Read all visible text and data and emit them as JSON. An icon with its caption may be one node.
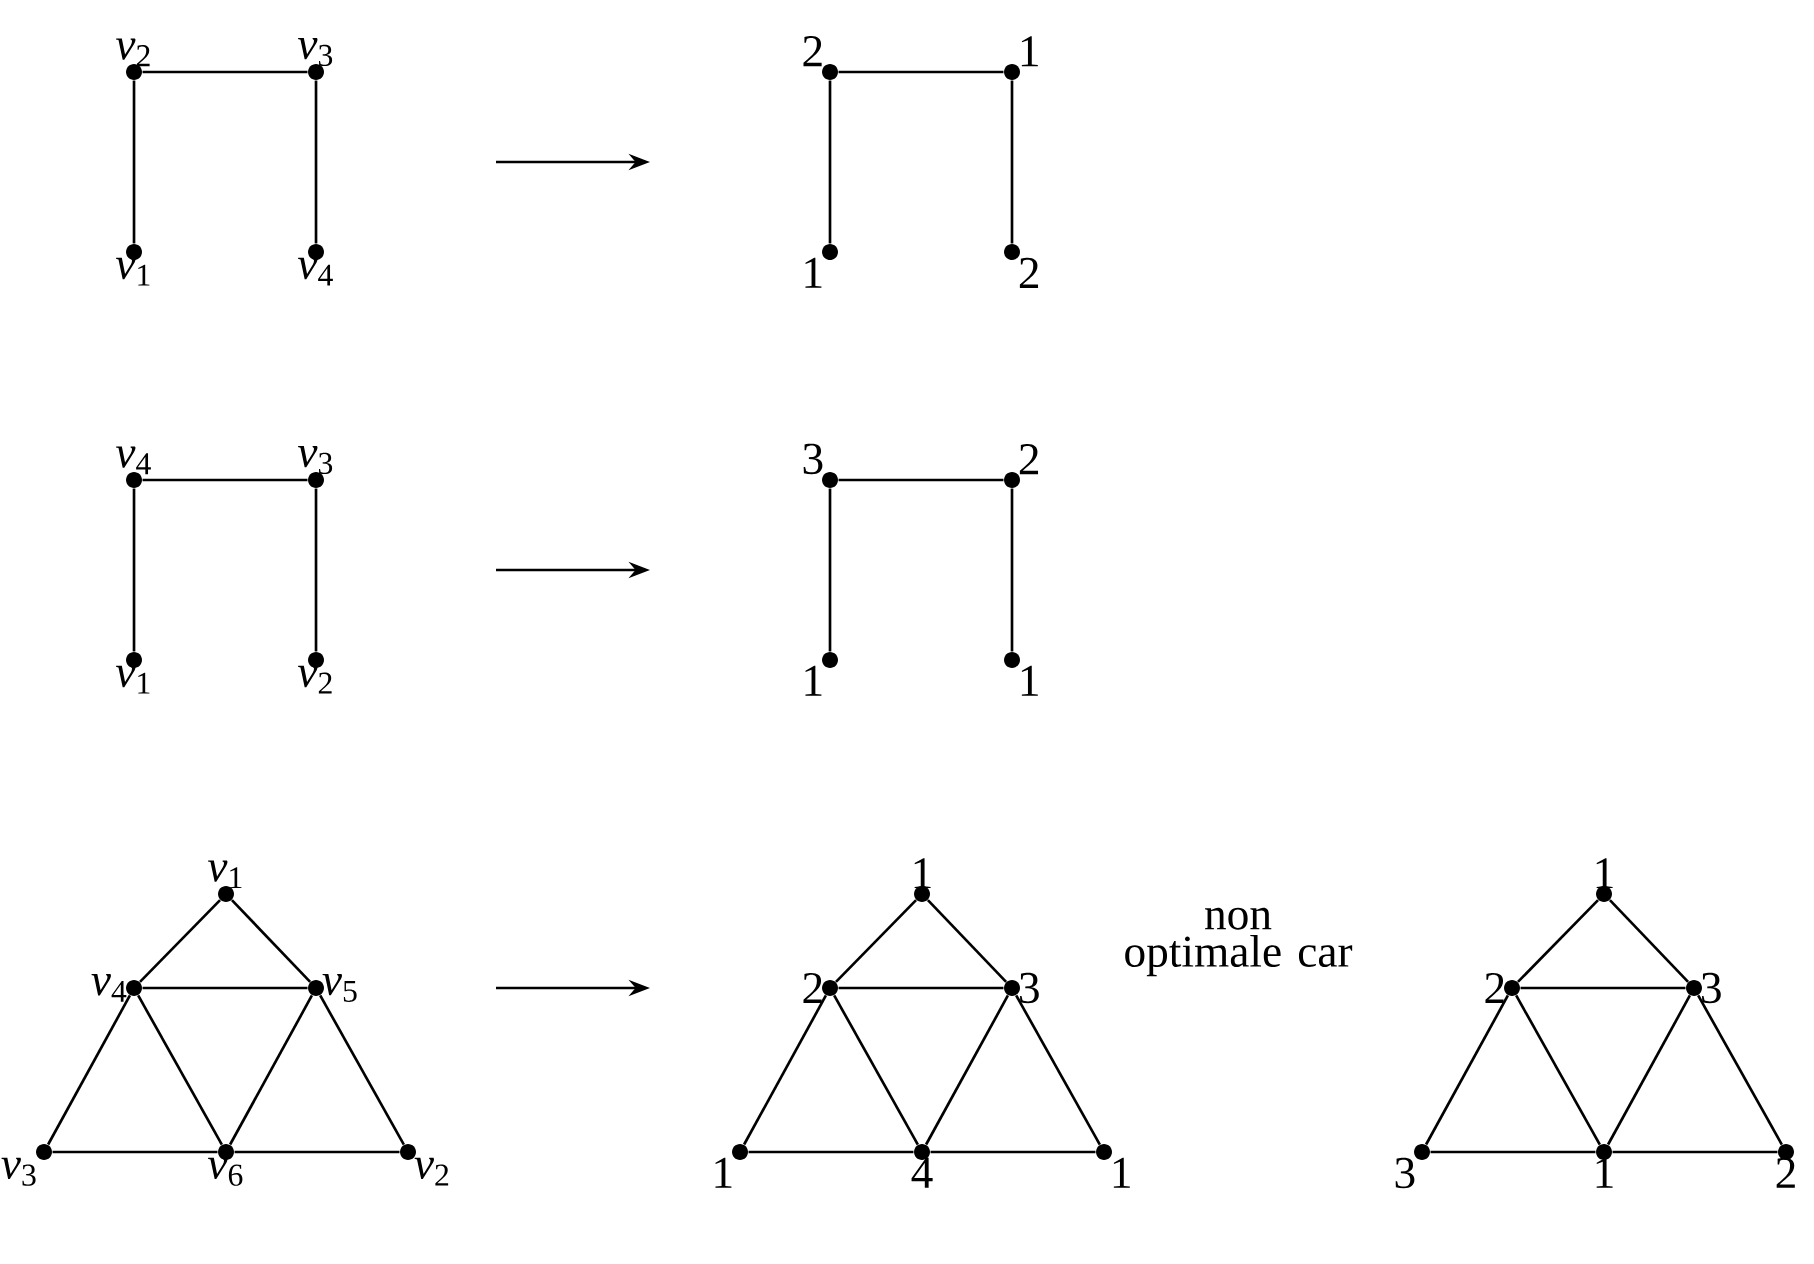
{
  "diagram": {
    "nodes": [
      {
        "text": [],
        "shape": "circle",
        "beside": [
          "*v*$_{2}$"
        ]
      },
      {
        "text": [],
        "shape": "circle",
        "beside": [
          "*v*$_{3}$"
        ]
      },
      {
        "text": [],
        "shape": "circle",
        "beside": [
          "*v*$_{1}$"
        ]
      },
      {
        "text": [],
        "shape": "circle",
        "beside": [
          "*v*$_{4}$"
        ]
      },
      {
        "text": [],
        "shape": "circle",
        "beside": [
          "2"
        ]
      },
      {
        "text": [],
        "shape": "circle",
        "beside": [
          "1"
        ]
      },
      {
        "text": [],
        "shape": "circle",
        "beside": [
          "1"
        ]
      },
      {
        "text": [],
        "shape": "circle",
        "beside": [
          "2"
        ]
      },
      {
        "text": [],
        "shape": "circle",
        "beside": [
          "*v*$_{4}$"
        ]
      },
      {
        "text": [],
        "shape": "circle",
        "beside": [
          "*v*$_{3}$"
        ]
      },
      {
        "text": [],
        "shape": "circle",
        "beside": [
          "*v*$_{1}$"
        ]
      },
      {
        "text": [],
        "shape": "circle",
        "beside": [
          "*v*$_{2}$"
        ]
      },
      {
        "text": [],
        "shape": "circle",
        "beside": [
          "3"
        ]
      },
      {
        "text": [],
        "shape": "circle",
        "beside": [
          "2"
        ]
      },
      {
        "text": [],
        "shape": "circle",
        "beside": [
          "1"
        ]
      },
      {
        "text": [],
        "shape": "circle",
        "beside": [
          "1"
        ]
      },
      {
        "text": [],
        "shape": "circle",
        "beside": [
          "*v*$_{1}$"
        ]
      },
      {
        "text": [],
        "shape": "circle",
        "beside": [
          "*v*$_{4}$"
        ]
      },
      {
        "text": [],
        "shape": "circle",
        "beside": [
          "*v*$_{5}$"
        ]
      },
      {
        "text": [],
        "shape": "circle",
        "beside": [
          "*v*$_{3}$"
        ]
      },
      {
        "text": [],
        "shape": "circle",
        "beside": [
          "*v*$_{6}$"
        ]
      },
      {
        "text": [],
        "shape": "circle",
        "beside": [
          "*v*$_{2}$"
        ]
      },
      {
        "text": [],
        "shape": "circle",
        "beside": [
          "1"
        ]
      },
      {
        "text": [],
        "shape": "circle",
        "beside": [
          "2"
        ]
      },
      {
        "text": [],
        "shape": "circle",
        "beside": [
          "3"
        ]
      },
      {
        "text": [],
        "shape": "circle",
        "beside": [
          "1"
        ]
      },
      {
        "text": [],
        "shape": "circle",
        "beside": [
          "4"
        ]
      },
      {
        "text": [],
        "shape": "circle",
        "beside": [
          "1"
        ]
      },
      {
        "text": [],
        "shape": "circle",
        "beside": [
          "1"
        ]
      },
      {
        "text": [],
        "shape": "circle",
        "beside": [
          "2"
        ]
      },
      {
        "text": [],
        "shape": "circle",
        "beside": [
          "3"
        ]
      },
      {
        "text": [],
        "shape": "circle",
        "beside": [
          "3"
        ]
      },
      {
        "text": [],
        "shape": "circle",
        "beside": [
          "1"
        ]
      },
      {
        "text": [],
        "shape": "circle",
        "beside": [
          "2"
        ]
      }
    ],
    "edges": [
      {
        "from": 0,
        "to": 1,
        "arrow": "none"
      },
      {
        "from": 0,
        "to": 2,
        "arrow": "none"
      },
      {
        "from": 1,
        "to": 3,
        "arrow": "none"
      },
      {
        "from": 4,
        "to": 5,
        "arrow": "none"
      },
      {
        "from": 4,
        "to": 6,
        "arrow": "none"
      },
      {
        "from": 5,
        "to": 7,
        "arrow": "none"
      },
      {
        "from": 8,
        "to": 9,
        "arrow": "none"
      },
      {
        "from": 8,
        "to": 10,
        "arrow": "none"
      },
      {
        "from": 9,
        "to": 11,
        "arrow": "none"
      },
      {
        "from": 12,
        "to": 13,
        "arrow": "none"
      },
      {
        "from": 12,
        "to": 14,
        "arrow": "none"
      },
      {
        "from": 13,
        "to": 15,
        "arrow": "none"
      },
      {
        "from": 16,
        "to": 17,
        "arrow": "none"
      },
      {
        "from": 16,
        "to": 18,
        "arrow": "none"
      },
      {
        "from": 17,
        "to": 18,
        "arrow": "none"
      },
      {
        "from": 17,
        "to": 19,
        "arrow": "none"
      },
      {
        "from": 17,
        "to": 20,
        "arrow": "none"
      },
      {
        "from": 18,
        "to": 20,
        "arrow": "none"
      },
      {
        "from": 18,
        "to": 21,
        "arrow": "none"
      },
      {
        "from": 19,
        "to": 20,
        "arrow": "none"
      },
      {
        "from": 20,
        "to": 21,
        "arrow": "none"
      },
      {
        "from": 22,
        "to": 23,
        "arrow": "none"
      },
      {
        "from": 22,
        "to": 24,
        "arrow": "none"
      },
      {
        "from": 23,
        "to": 24,
        "arrow": "none"
      },
      {
        "from": 23,
        "to": 25,
        "arrow": "none"
      },
      {
        "from": 23,
        "to": 26,
        "arrow": "none"
      },
      {
        "from": 24,
        "to": 26,
        "arrow": "none"
      },
      {
        "from": 24,
        "to": 27,
        "arrow": "none"
      },
      {
        "from": 25,
        "to": 26,
        "arrow": "none"
      },
      {
        "from": 26,
        "to": 27,
        "arrow": "none"
      },
      {
        "from": 28,
        "to": 29,
        "arrow": "none"
      },
      {
        "from": 28,
        "to": 30,
        "arrow": "none"
      },
      {
        "from": 29,
        "to": 30,
        "arrow": "none"
      },
      {
        "from": 29,
        "to": 31,
        "arrow": "none"
      },
      {
        "from": 29,
        "to": 32,
        "arrow": "none"
      },
      {
        "from": 30,
        "to": 32,
        "arrow": "none"
      },
      {
        "from": 30,
        "to": 33,
        "arrow": "none"
      },
      {
        "from": 31,
        "to": 32,
        "arrow": "none"
      },
      {
        "from": 32,
        "to": 33,
        "arrow": "none"
      }
    ],
    "labels": [
      "non optimale car"
    ]
  }
}
